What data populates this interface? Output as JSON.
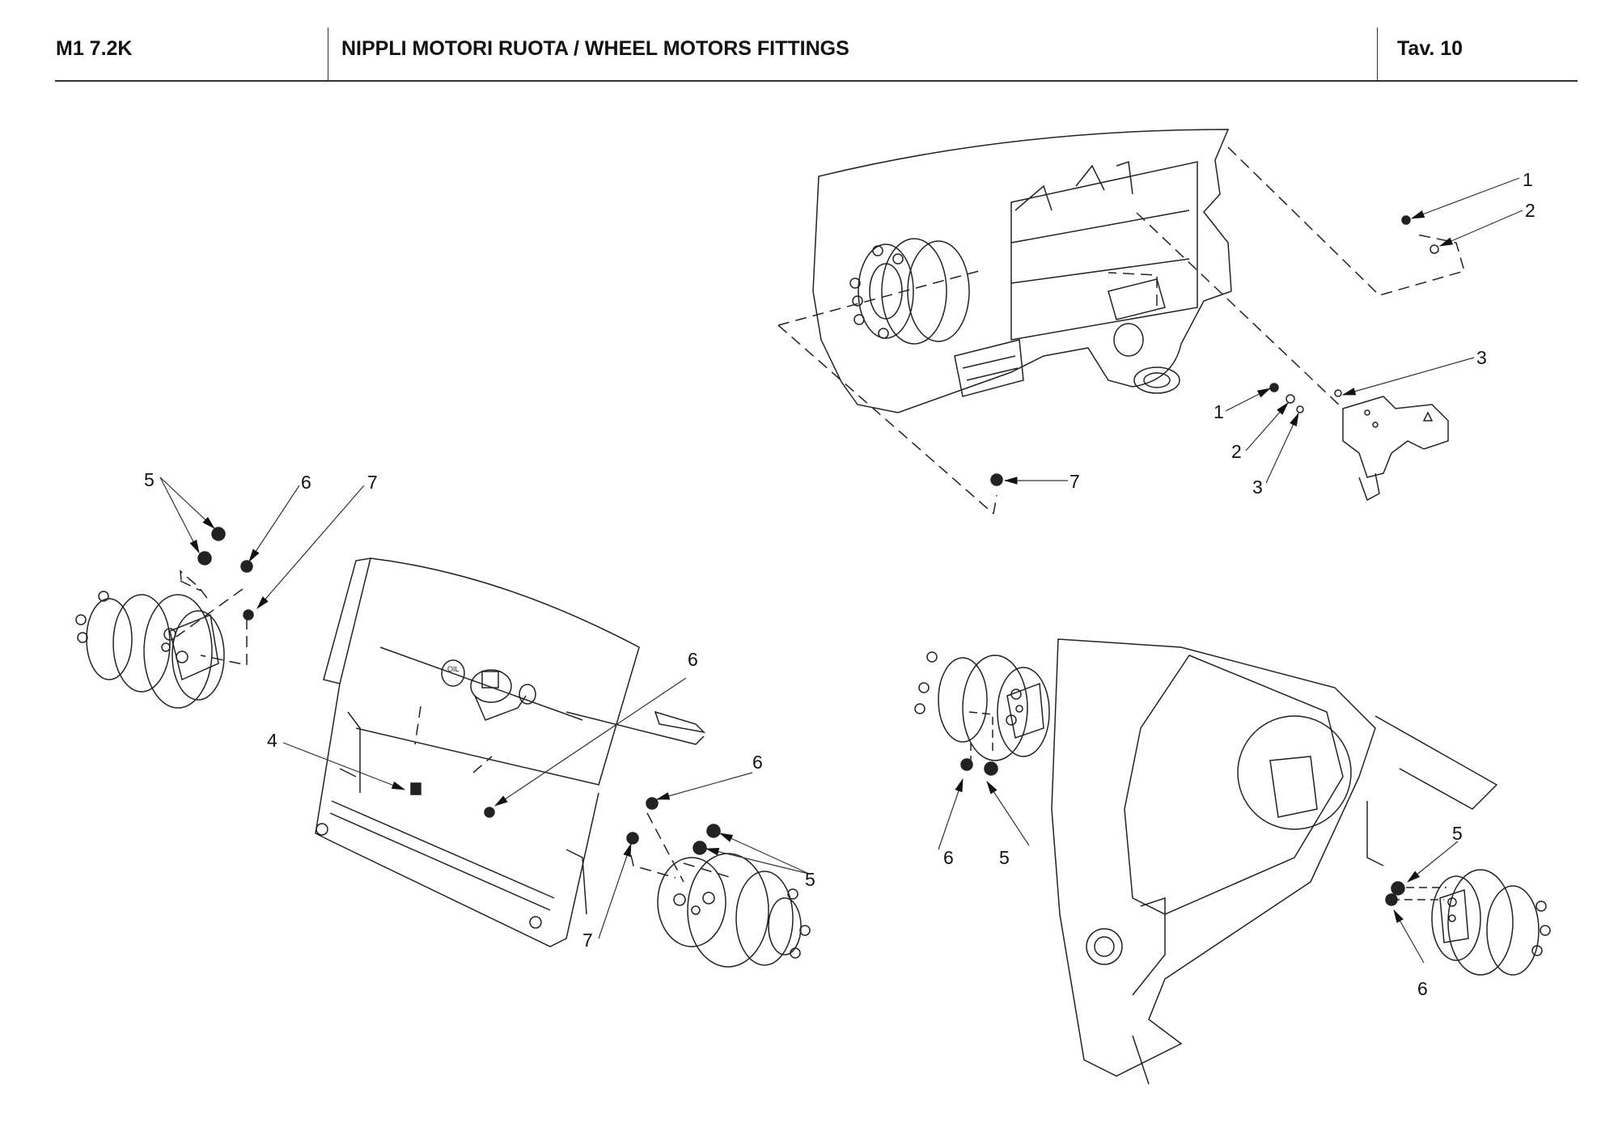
{
  "header": {
    "model": "M1 7.2K",
    "title": "NIPPLI MOTORI RUOTA / WHEEL MOTORS FITTINGS",
    "table_ref": "Tav.  10"
  },
  "views": [
    {
      "id": "top-right-view",
      "description": "Chassis with wheel motor and pedal bracket",
      "callouts": [
        "1",
        "2",
        "3",
        "1",
        "2",
        "3",
        "7"
      ]
    },
    {
      "id": "left-view",
      "description": "Front frame with wheel motor and oil tank",
      "callouts": [
        "5",
        "6",
        "7",
        "4",
        "6",
        "6",
        "7",
        "5"
      ]
    },
    {
      "id": "bottom-right-view",
      "description": "Main chassis with two wheel motors",
      "callouts": [
        "6",
        "5",
        "5",
        "6"
      ]
    }
  ],
  "labels": {
    "oil_cap": "OIL",
    "c1a": "1",
    "c2a": "2",
    "c3a": "3",
    "c1b": "1",
    "c2b": "2",
    "c3b": "3",
    "c7a": "7",
    "c5a": "5",
    "c6a": "6",
    "c7b": "7",
    "c4": "4",
    "c6b": "6",
    "c6c": "6",
    "c7c": "7",
    "c5b": "5",
    "c6d": "6",
    "c5c": "5",
    "c5d": "5",
    "c6e": "6"
  }
}
